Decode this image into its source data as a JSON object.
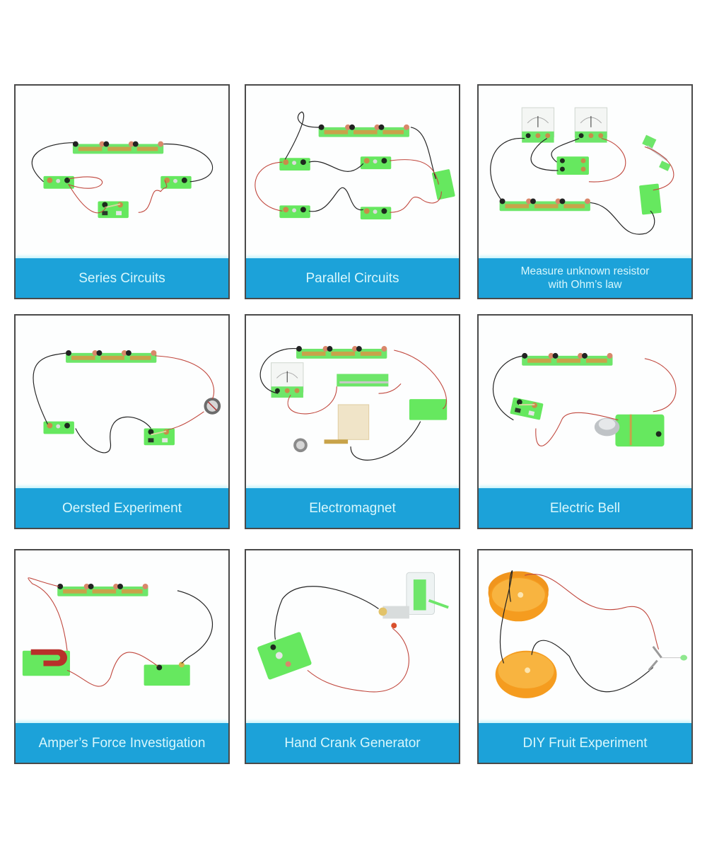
{
  "page": {
    "background": "#ffffff",
    "panel_border_color": "#4a4a4a",
    "caption_bar_color": "#1ca2d9",
    "caption_text_color": "#d8f7fc"
  },
  "panels": [
    {
      "caption": "Series Circuits",
      "image": "series-circuit-photo"
    },
    {
      "caption": "Parallel Circuits",
      "image": "parallel-circuit-photo"
    },
    {
      "caption_line1": "Measure unknown resistor",
      "caption_line2": "with Ohm’s law",
      "image": "ohms-law-circuit-photo"
    },
    {
      "caption": "Oersted Experiment",
      "image": "oersted-experiment-photo"
    },
    {
      "caption": "Electromagnet",
      "image": "electromagnet-photo"
    },
    {
      "caption": "Electric Bell",
      "image": "electric-bell-photo"
    },
    {
      "caption": "Amper’s Force Investigation",
      "image": "ampere-force-photo"
    },
    {
      "caption": "Hand Crank Generator",
      "image": "hand-crank-generator-photo"
    },
    {
      "caption": "DIY Fruit Experiment",
      "image": "fruit-battery-photo"
    }
  ]
}
